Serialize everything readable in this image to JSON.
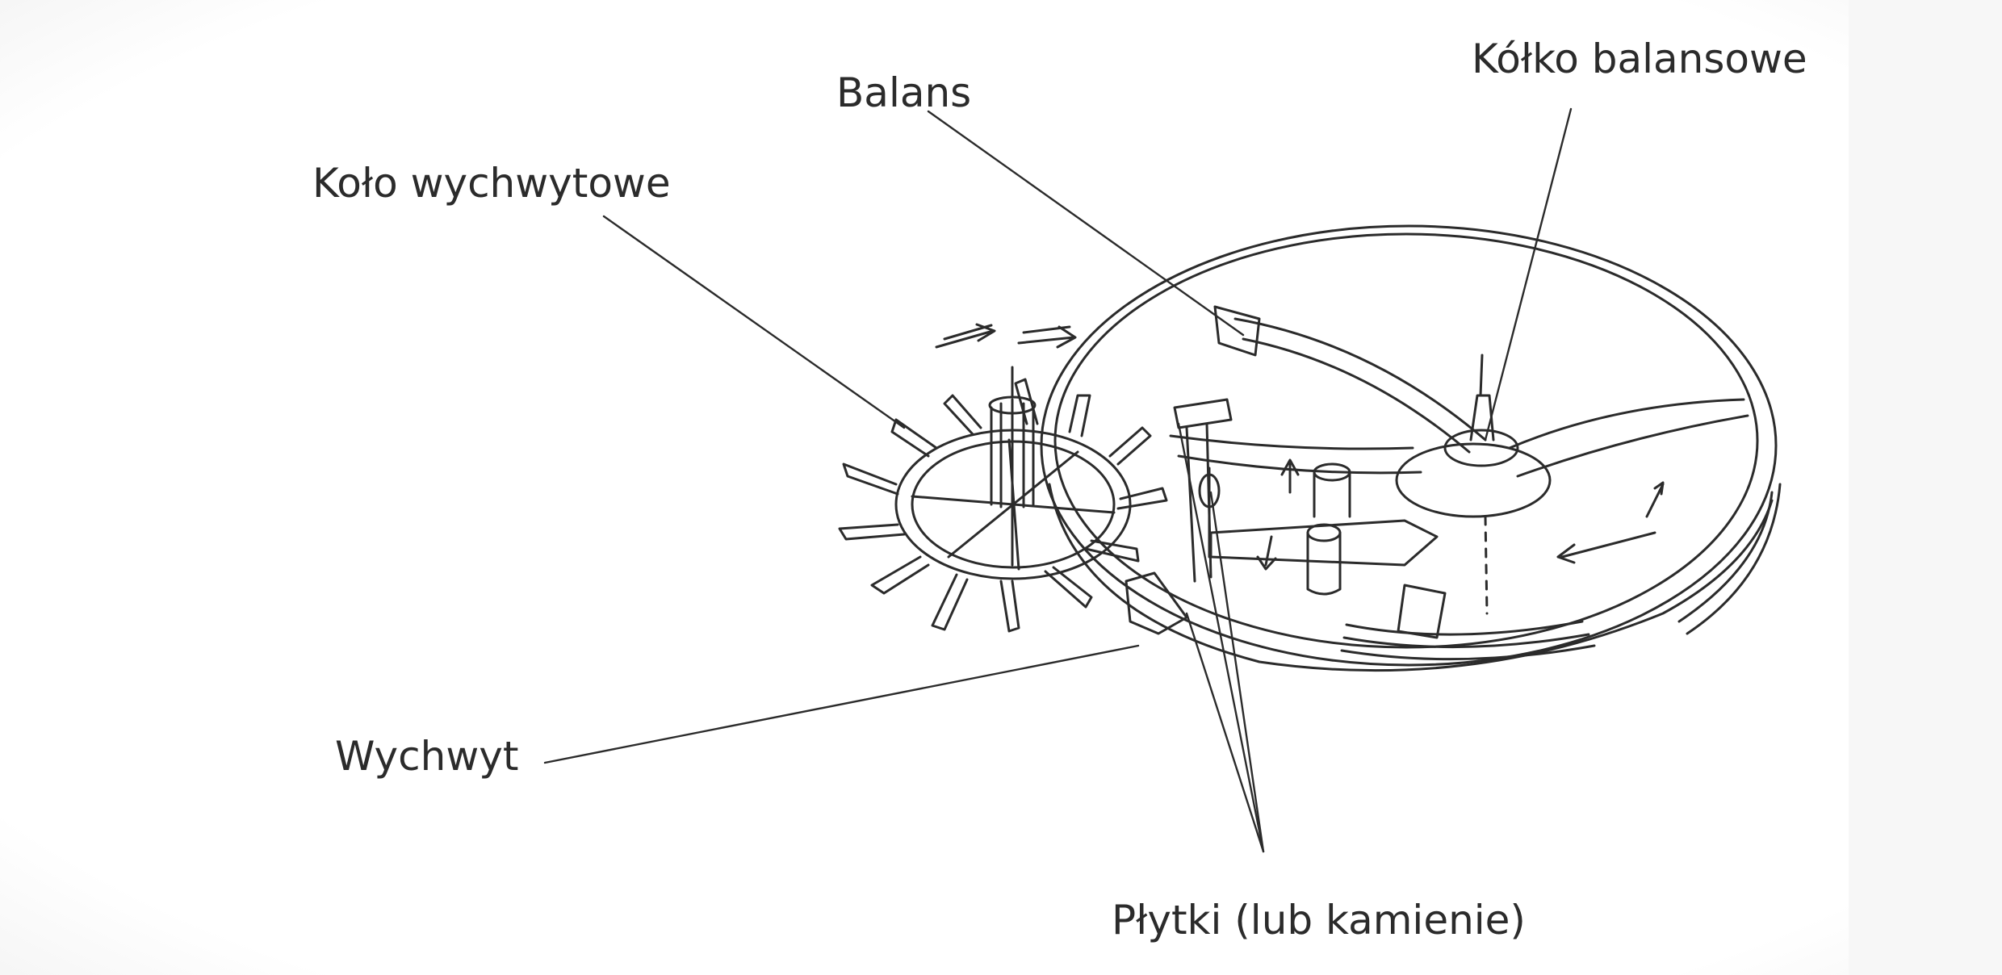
{
  "labels": {
    "kolko_balansowe": "Kółko balansowe",
    "balans": "Balans",
    "kolo_wychwytowe": "Koło wychwytowe",
    "wychwyt": "Wychwyt",
    "plytki": "Płytki (lub kamienie)"
  },
  "colors": {
    "ink": "#2b2b2b",
    "paper": "#ffffff",
    "scan_edge": "#f4f4f4"
  }
}
